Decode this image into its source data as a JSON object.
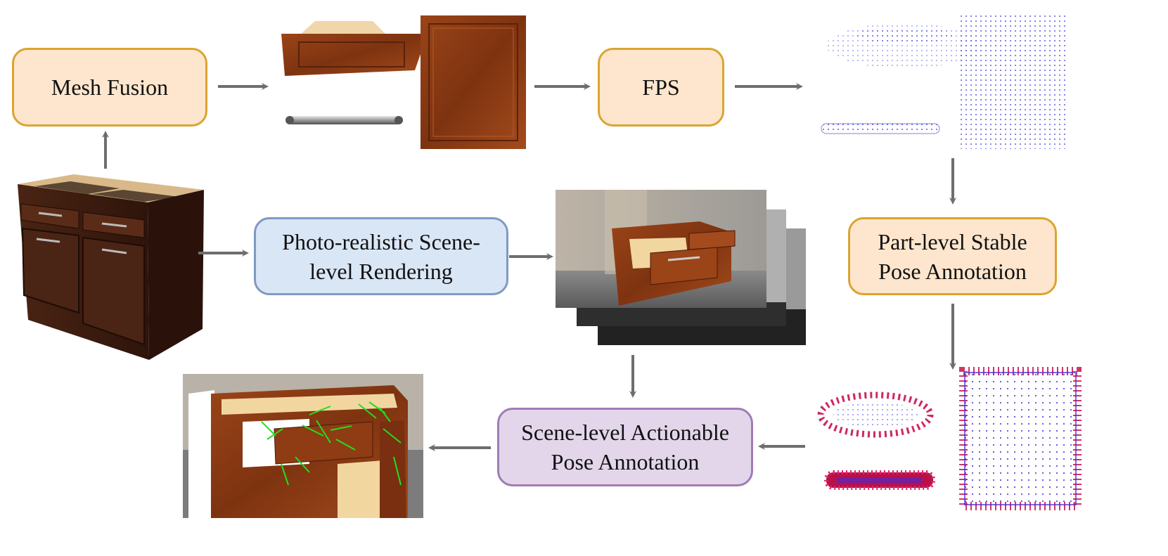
{
  "boxes": {
    "mesh_fusion": "Mesh Fusion",
    "fps": "FPS",
    "rendering_line1": "Photo-realistic Scene-",
    "rendering_line2": "level Rendering",
    "stable_line1": "Part-level Stable",
    "stable_line2": "Pose Annotation",
    "actionable_line1": "Scene-level Actionable",
    "actionable_line2": "Pose Annotation"
  },
  "colors": {
    "arrow": "#6e6e6e",
    "wood_dark": "#3d1d10",
    "wood": "#8a3a16",
    "point_blue": "#2b2bd8",
    "pose_red": "#c8124f",
    "pose_green": "#22dd22"
  }
}
